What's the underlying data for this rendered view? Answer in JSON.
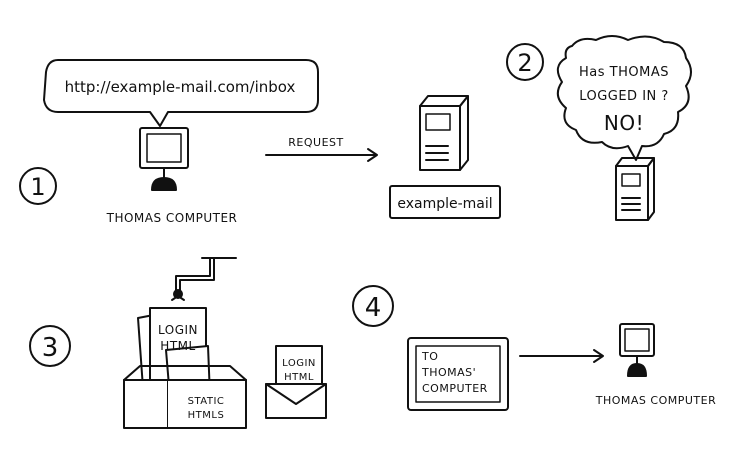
{
  "steps": {
    "one": "1",
    "two": "2",
    "three": "3",
    "four": "4"
  },
  "step1": {
    "url": "http://example-mail.com/inbox",
    "computer_label": "THOMAS COMPUTER",
    "arrow_label": "REQUEST",
    "server_label": "example-mail"
  },
  "step2": {
    "bubble_line1": "Has THOMAS",
    "bubble_line2": "LOGGED IN ?",
    "bubble_line3": "NO!"
  },
  "step3": {
    "page_label_line1": "LOGIN",
    "page_label_line2": "HTML",
    "box_label_line1": "STATIC",
    "box_label_line2": "HTMLS",
    "envelope_line1": "LOGIN",
    "envelope_line2": "HTML"
  },
  "step4": {
    "note_line1": "TO",
    "note_line2": "THOMAS'",
    "note_line3": "COMPUTER",
    "computer_label": "THOMAS COMPUTER"
  }
}
